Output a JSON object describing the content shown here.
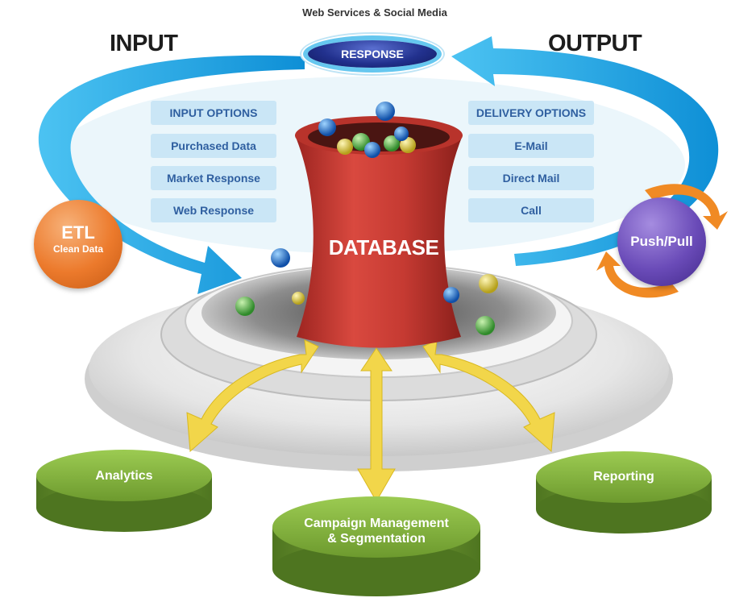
{
  "top_caption": "Web Services & Social Media",
  "input_heading": "INPUT",
  "output_heading": "OUTPUT",
  "response": "RESPONSE",
  "input_options": [
    "INPUT OPTIONS",
    "Purchased Data",
    "Market Response",
    "Web Response"
  ],
  "delivery_options": [
    "DELIVERY OPTIONS",
    "E-Mail",
    "Direct Mail",
    "Call"
  ],
  "etl": {
    "title": "ETL",
    "subtitle": "Clean Data"
  },
  "push_pull": "Push/Pull",
  "database": "DATABASE",
  "outputs": {
    "analytics": "Analytics",
    "campaign_line1": "Campaign Management",
    "campaign_line2": "& Segmentation",
    "reporting": "Reporting"
  },
  "colors": {
    "arrow_blue": "#1aa3e6",
    "database_red": "#c53a32",
    "etl_orange": "#ec7a2c",
    "push_pull_purple": "#6a4bb8",
    "cylinder_green": "#7fa83a",
    "connector_yellow": "#f2d64a"
  }
}
